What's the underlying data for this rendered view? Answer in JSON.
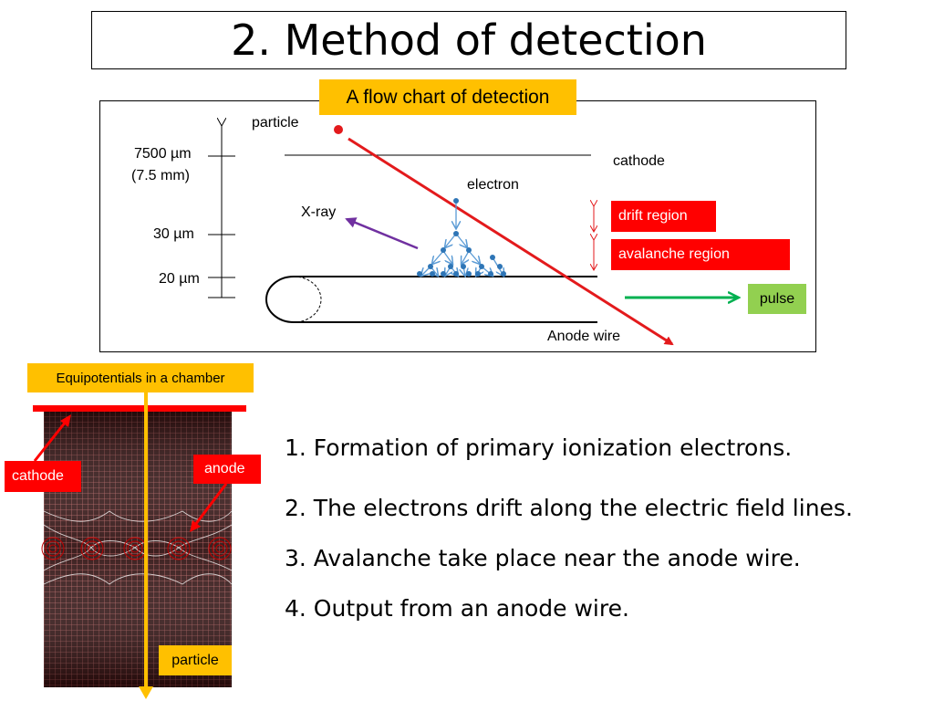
{
  "slide": {
    "title": "2. Method of detection"
  },
  "flow_chart": {
    "heading": "A flow chart of detection",
    "scale_labels": {
      "top_um": "7500 µm",
      "top_mm": "(7.5 mm)",
      "mid": "30 µm",
      "bottom": "20 µm"
    },
    "particle": "particle",
    "cathode": "cathode",
    "electron": "electron",
    "xray": "X-ray",
    "drift_region": "drift  region",
    "avalanche_region": "avalanche region",
    "pulse": "pulse",
    "anode_wire": "Anode wire",
    "colors": {
      "particle_track": "#e31a1c",
      "xray_arrow": "#7030a0",
      "pulse_arrow": "#00b050",
      "electrons": "#2e75b6"
    }
  },
  "equipotential": {
    "heading": "Equipotentials in a chamber",
    "cathode": "cathode",
    "anode": "anode",
    "particle": "particle"
  },
  "steps": [
    "1. Formation of primary ionization electrons.",
    "2. The electrons drift along the electric field lines.",
    "3. Avalanche take place near the anode wire.",
    "4. Output from an anode wire."
  ]
}
